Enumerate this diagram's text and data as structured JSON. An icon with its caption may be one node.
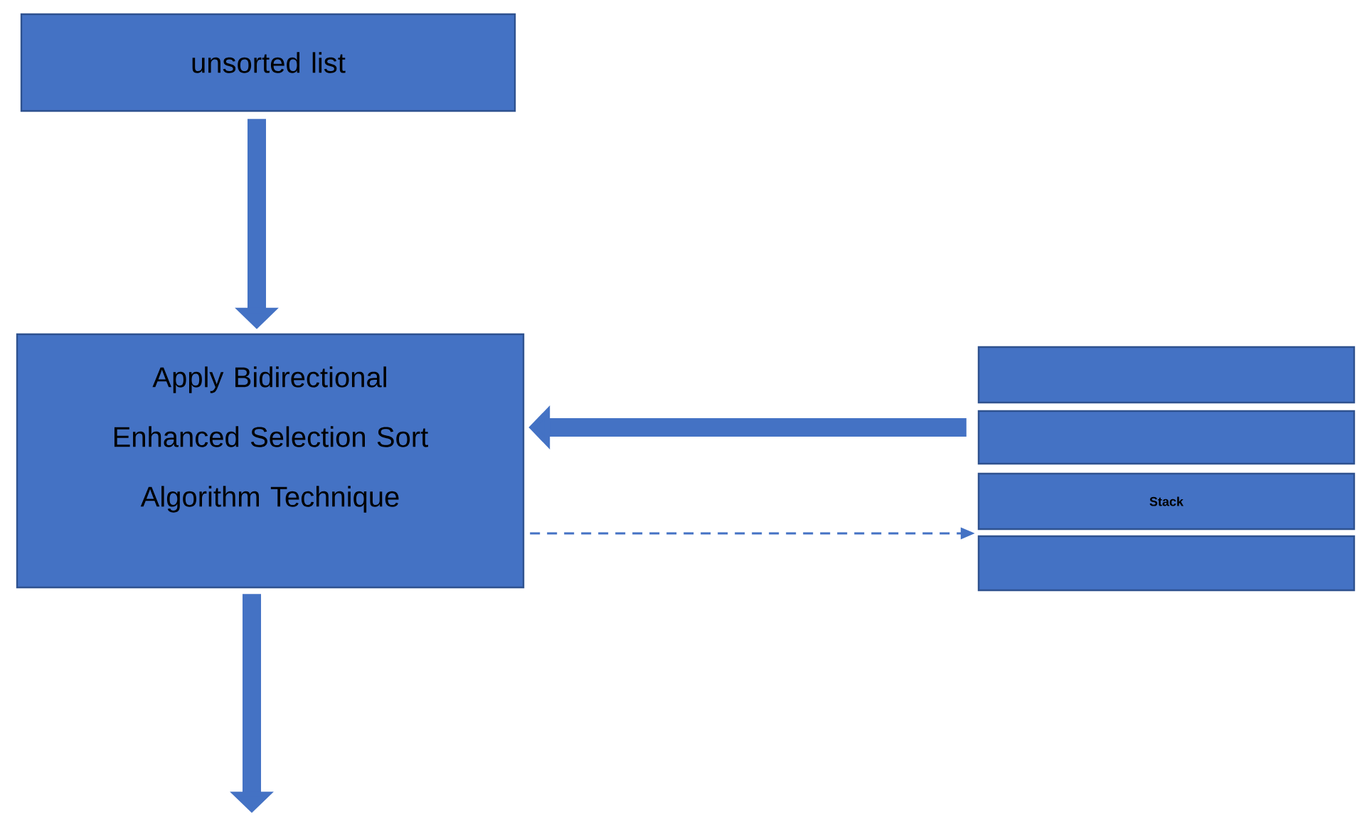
{
  "diagram": {
    "nodes": [
      {
        "text": [
          "unsorted list"
        ]
      },
      {
        "text": [
          "Apply Bidirectional Enhanced Selection Sort Algorithm Technique"
        ]
      },
      {
        "text": [],
        "shape": "bar"
      },
      {
        "text": [],
        "shape": "bar"
      },
      {
        "text": [
          "Stack"
        ]
      },
      {
        "text": [],
        "shape": "bar"
      }
    ],
    "edges": [
      {
        "from": 0,
        "to": 1,
        "arrow": "to"
      },
      {
        "from": 3,
        "to": 1,
        "arrow": "to"
      },
      {
        "from": 1,
        "to": 4,
        "arrow": "to",
        "style": "dashed"
      },
      {
        "from": 1,
        "to": null,
        "arrow": "to"
      }
    ]
  }
}
